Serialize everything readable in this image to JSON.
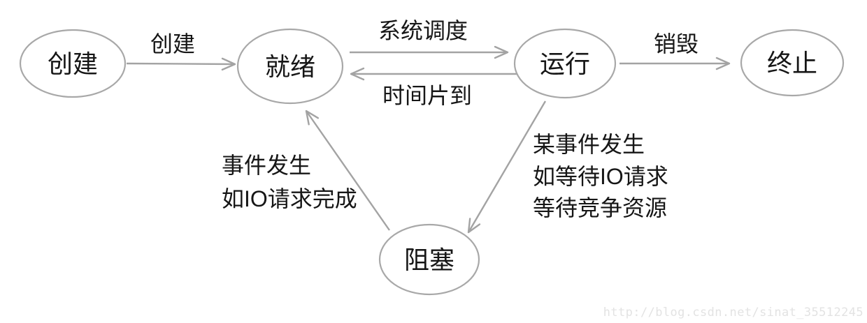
{
  "diagram": {
    "nodes": [
      {
        "id": "create",
        "label": "创建"
      },
      {
        "id": "ready",
        "label": "就绪"
      },
      {
        "id": "running",
        "label": "运行"
      },
      {
        "id": "terminated",
        "label": "终止"
      },
      {
        "id": "blocked",
        "label": "阻塞"
      }
    ],
    "edges": [
      {
        "from": "create",
        "to": "ready",
        "label": "创建"
      },
      {
        "from": "ready",
        "to": "running",
        "label": "系统调度"
      },
      {
        "from": "running",
        "to": "ready",
        "label": "时间片到"
      },
      {
        "from": "running",
        "to": "terminated",
        "label": "销毁"
      },
      {
        "from": "running",
        "to": "blocked",
        "label_lines": [
          "某事件发生",
          "如等待IO请求",
          "等待竞争资源"
        ]
      },
      {
        "from": "blocked",
        "to": "ready",
        "label_lines": [
          "事件发生",
          "如IO请求完成"
        ]
      }
    ],
    "colors": {
      "edge_line": "#a3a3a3",
      "node_stroke": "#a8a8a8",
      "text": "#161616",
      "watermark": "#e3e3e3",
      "background": "#ffffff"
    }
  },
  "watermark": {
    "text": "http://blog.csdn.net/sinat_35512245"
  }
}
